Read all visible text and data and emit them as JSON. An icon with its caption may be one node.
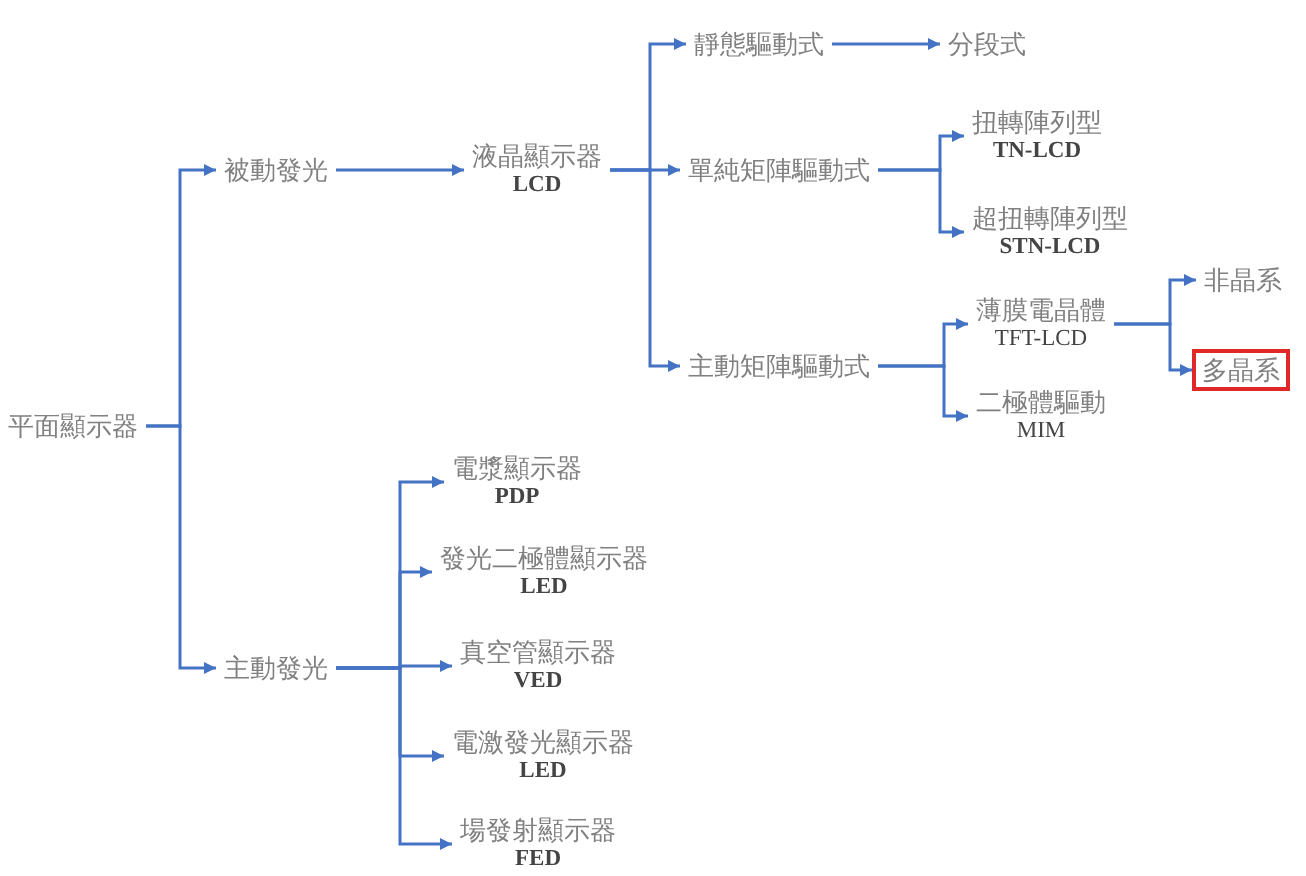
{
  "diagram": {
    "nodes": [
      {
        "text": [
          "平面顯示器"
        ]
      },
      {
        "text": [
          "被動發光"
        ]
      },
      {
        "text": [
          "液晶顯示器",
          "LCD"
        ]
      },
      {
        "text": [
          "靜態驅動式"
        ]
      },
      {
        "text": [
          "分段式"
        ]
      },
      {
        "text": [
          "單純矩陣驅動式"
        ]
      },
      {
        "text": [
          "扭轉陣列型",
          "TN-LCD"
        ]
      },
      {
        "text": [
          "超扭轉陣列型",
          "STN-LCD"
        ]
      },
      {
        "text": [
          "主動矩陣驅動式"
        ]
      },
      {
        "text": [
          "薄膜電晶體",
          "TFT-LCD"
        ]
      },
      {
        "text": [
          "二極體驅動",
          "MIM"
        ]
      },
      {
        "text": [
          "非晶系"
        ]
      },
      {
        "text": [
          "多晶系"
        ]
      },
      {
        "text": [
          "主動發光"
        ]
      },
      {
        "text": [
          "電漿顯示器",
          "PDP"
        ]
      },
      {
        "text": [
          "發光二極體顯示器",
          "LED"
        ]
      },
      {
        "text": [
          "真空管顯示器",
          "VED"
        ]
      },
      {
        "text": [
          "電激發光顯示器",
          "LED"
        ]
      },
      {
        "text": [
          "場發射顯示器",
          "FED"
        ]
      }
    ],
    "edges": [
      {
        "from": 0,
        "to": 1,
        "arrow": "to"
      },
      {
        "from": 0,
        "to": 13,
        "arrow": "to"
      },
      {
        "from": 1,
        "to": 2,
        "arrow": "to"
      },
      {
        "from": 2,
        "to": 3,
        "arrow": "to"
      },
      {
        "from": 2,
        "to": 5,
        "arrow": "to"
      },
      {
        "from": 2,
        "to": 8,
        "arrow": "to"
      },
      {
        "from": 3,
        "to": 4,
        "arrow": "to"
      },
      {
        "from": 5,
        "to": 6,
        "arrow": "to"
      },
      {
        "from": 5,
        "to": 7,
        "arrow": "to"
      },
      {
        "from": 8,
        "to": 9,
        "arrow": "to"
      },
      {
        "from": 8,
        "to": 10,
        "arrow": "to"
      },
      {
        "from": 9,
        "to": 11,
        "arrow": "to"
      },
      {
        "from": 9,
        "to": 12,
        "arrow": "to"
      },
      {
        "from": 13,
        "to": 14,
        "arrow": "to"
      },
      {
        "from": 13,
        "to": 15,
        "arrow": "to"
      },
      {
        "from": 13,
        "to": 16,
        "arrow": "to"
      },
      {
        "from": 13,
        "to": 17,
        "arrow": "to"
      },
      {
        "from": 13,
        "to": 18,
        "arrow": "to"
      }
    ]
  }
}
